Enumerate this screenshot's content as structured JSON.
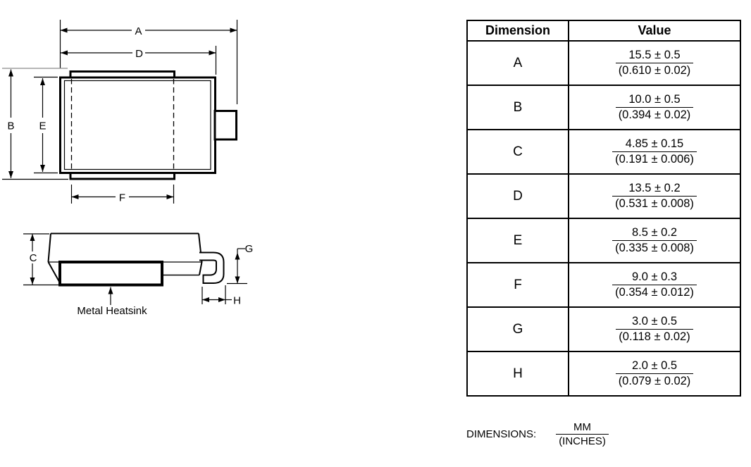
{
  "diagram": {
    "labels": {
      "a": "A",
      "b": "B",
      "c": "C",
      "d": "D",
      "e": "E",
      "f": "F",
      "g": "G",
      "h": "H"
    },
    "heatsink_label": "Metal Heatsink"
  },
  "table": {
    "headers": {
      "dimension": "Dimension",
      "value": "Value"
    },
    "rows": [
      {
        "dim": "A",
        "mm": "15.5 ± 0.5",
        "inches": "(0.610 ± 0.02)"
      },
      {
        "dim": "B",
        "mm": "10.0 ± 0.5",
        "inches": "(0.394 ± 0.02)"
      },
      {
        "dim": "C",
        "mm": "4.85 ± 0.15",
        "inches": "(0.191 ± 0.006)"
      },
      {
        "dim": "D",
        "mm": "13.5 ± 0.2",
        "inches": "(0.531 ± 0.008)"
      },
      {
        "dim": "E",
        "mm": "8.5 ± 0.2",
        "inches": "(0.335 ± 0.008)"
      },
      {
        "dim": "F",
        "mm": "9.0 ± 0.3",
        "inches": "(0.354 ± 0.012)"
      },
      {
        "dim": "G",
        "mm": "3.0 ± 0.5",
        "inches": "(0.118 ± 0.02)"
      },
      {
        "dim": "H",
        "mm": "2.0 ± 0.5",
        "inches": "(0.079 ± 0.02)"
      }
    ]
  },
  "footer": {
    "label": "DIMENSIONS:",
    "numerator": "MM",
    "denominator": "(INCHES)"
  },
  "colors": {
    "line": "#000000",
    "extension_gray": "#8a8a8a"
  }
}
